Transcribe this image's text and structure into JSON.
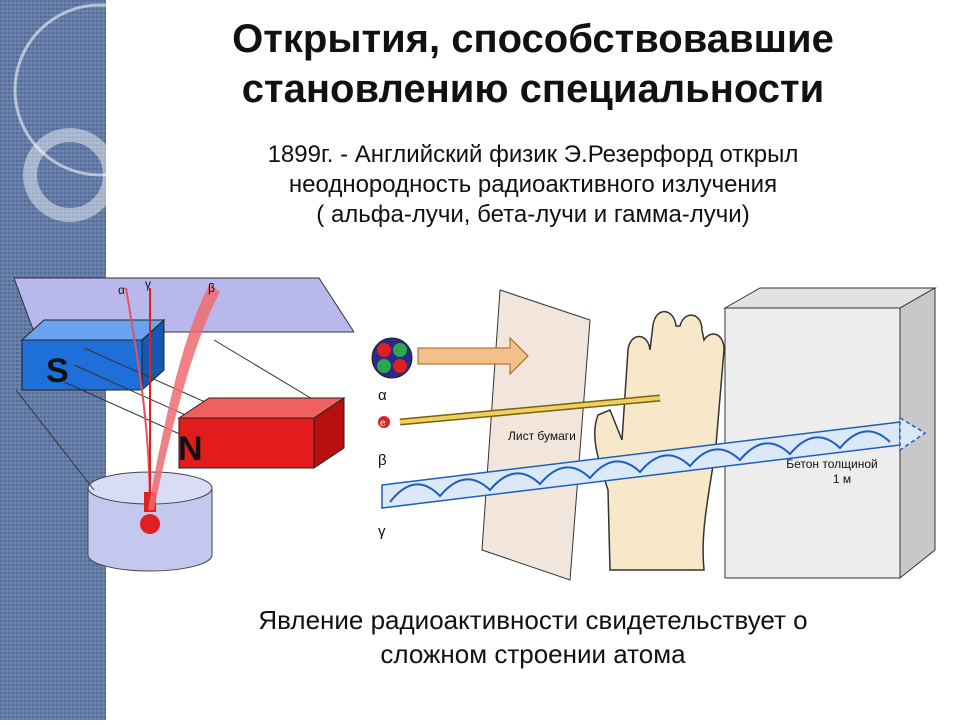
{
  "slide": {
    "title_lines": [
      "Открытия, способствовавшие",
      "становлению специальности"
    ],
    "subtitle_lines": [
      "1899г. - Английский физик Э.Резерфорд открыл",
      "неоднородность радиоактивного излучения",
      "( альфа-лучи, бета-лучи и гамма-лучи)"
    ],
    "conclusion_lines": [
      "Явление радиоактивности свидетельствует о",
      "сложном строении атома"
    ]
  },
  "figure_left": {
    "magnet_s": "S",
    "magnet_n": "N",
    "ray_alpha": "α",
    "ray_gamma": "γ",
    "ray_beta": "β"
  },
  "figure_right": {
    "label_alpha": "α",
    "label_electron": "e",
    "label_beta": "β",
    "label_gamma": "γ",
    "paper_label": "Лист бумаги",
    "concrete_label_1": "Бетон толщиной",
    "concrete_label_2": "1 м"
  },
  "colors": {
    "magnet_blue": "#1f6fd8",
    "magnet_red": "#e21c1c",
    "ray_red": "#e8505a",
    "side_strip": "#5f79a8"
  }
}
